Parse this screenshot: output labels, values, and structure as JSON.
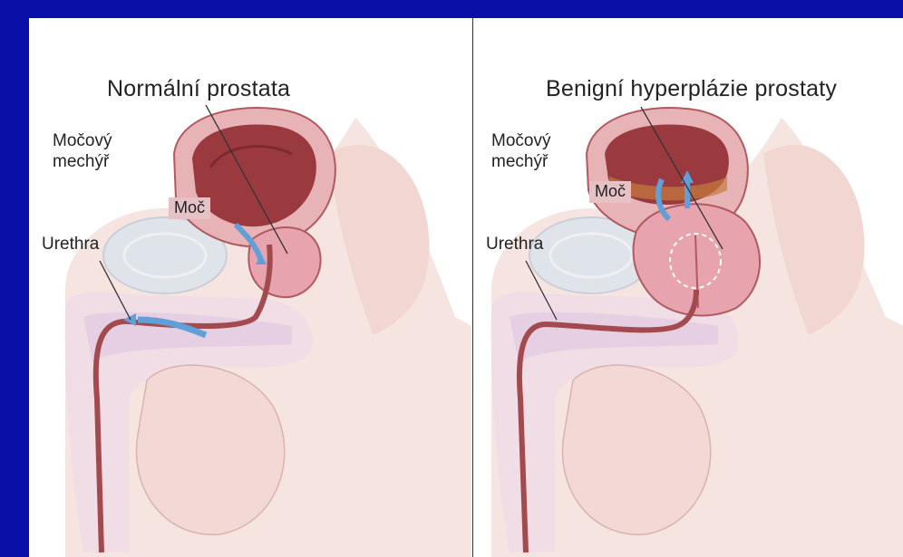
{
  "panels": [
    {
      "title": "Normální prostata",
      "bladder_label_line1": "Močový",
      "bladder_label_line2": "mechýř",
      "urine_label": "Moč",
      "urethra_label": "Urethra"
    },
    {
      "title": "Benigní hyperplázie prostaty",
      "bladder_label_line1": "Močový",
      "bladder_label_line2": "mechýř",
      "urine_label": "Moč",
      "urethra_label": "Urethra"
    }
  ],
  "colors": {
    "background": "#0a0fa8",
    "skin": "#f4dcd8",
    "tissue": "#e9b9bd",
    "bladder_inner": "#9b3a3e",
    "urine_arrow": "#5fa0d8"
  }
}
